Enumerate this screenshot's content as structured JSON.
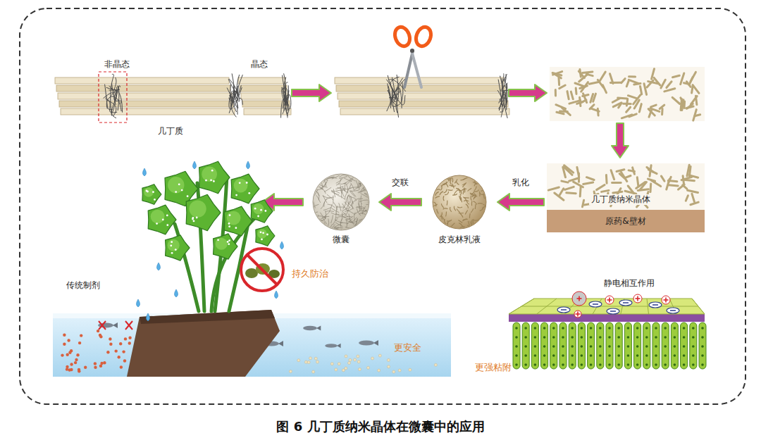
{
  "diagram": {
    "caption": "图 6  几丁质纳米晶体在微囊中的应用",
    "nodes": [
      {
        "text": [
          "几丁质"
        ]
      },
      {
        "text": [
          "几丁质纳米晶体",
          "原药&壁材"
        ]
      },
      {
        "text": [
          "皮克林乳液"
        ]
      },
      {
        "text": [
          "微囊"
        ]
      }
    ],
    "edges": [
      {
        "from": 1,
        "to": 2,
        "label": "乳化",
        "arrow": "to"
      },
      {
        "from": 2,
        "to": 3,
        "label": "交联",
        "arrow": "to"
      }
    ],
    "labels": [
      "非晶态",
      "晶态",
      "持久防治",
      "传统制剂",
      "更安全",
      "静电相互作用",
      "更强粘附"
    ]
  }
}
